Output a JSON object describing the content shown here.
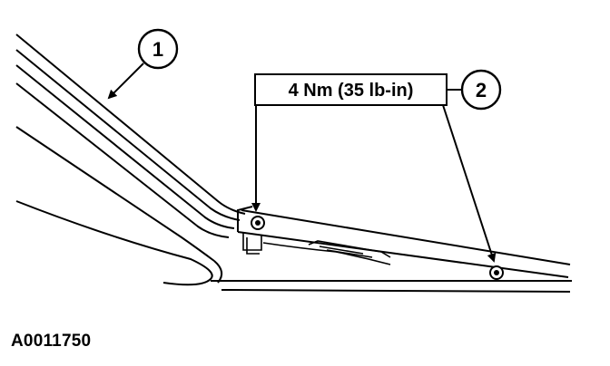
{
  "callouts": {
    "one": "1",
    "two": "2"
  },
  "torque_spec": "4 Nm (35 lb-in)",
  "figure_id": "A0011750",
  "colors": {
    "ink": "#000000",
    "paper": "#ffffff"
  }
}
